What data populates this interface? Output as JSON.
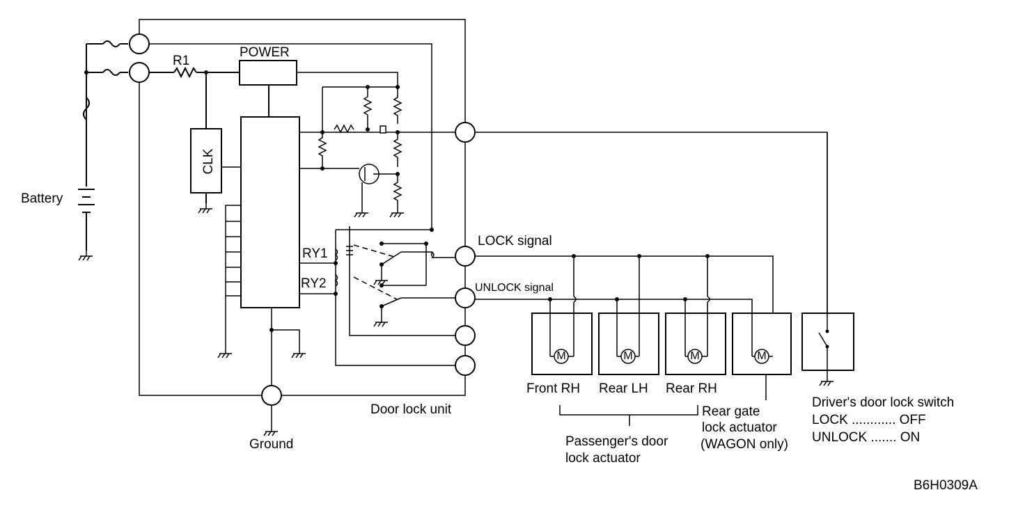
{
  "labels": {
    "battery": "Battery",
    "r1": "R1",
    "power": "POWER",
    "clk": "CLK",
    "ry1": "RY1",
    "ry2": "RY2",
    "lock_signal": "LOCK signal",
    "unlock_signal": "UNLOCK signal",
    "door_lock_unit": "Door lock unit",
    "ground": "Ground",
    "motor": "M",
    "front_rh": "Front RH",
    "rear_lh": "Rear LH",
    "rear_rh": "Rear RH",
    "passenger_line1": "Passenger's door",
    "passenger_line2": "lock actuator",
    "rear_gate_line1": "Rear gate",
    "rear_gate_line2": "lock actuator",
    "rear_gate_line3": "(WAGON only)",
    "driver_switch_title": "Driver's door lock switch",
    "driver_switch_lock": "LOCK ............ OFF",
    "driver_switch_unlock": "UNLOCK ....... ON",
    "figure_id": "B6H0309A"
  }
}
